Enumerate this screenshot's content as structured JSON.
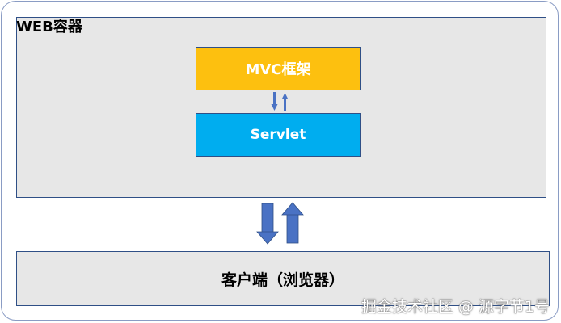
{
  "web_container": {
    "label": "WEB容器"
  },
  "mvc_box": {
    "label": "MVC框架"
  },
  "servlet_box": {
    "label": "Servlet"
  },
  "client_box": {
    "label": "客户端（浏览器）"
  },
  "watermark": {
    "text": "掘金技术社区 @ 源字节1号"
  },
  "colors": {
    "mvc_fill": "#fdc00f",
    "servlet_fill": "#00adef",
    "container_fill": "#e7e7e7",
    "border": "#2f4f86",
    "arrow": "#4a72c4"
  }
}
